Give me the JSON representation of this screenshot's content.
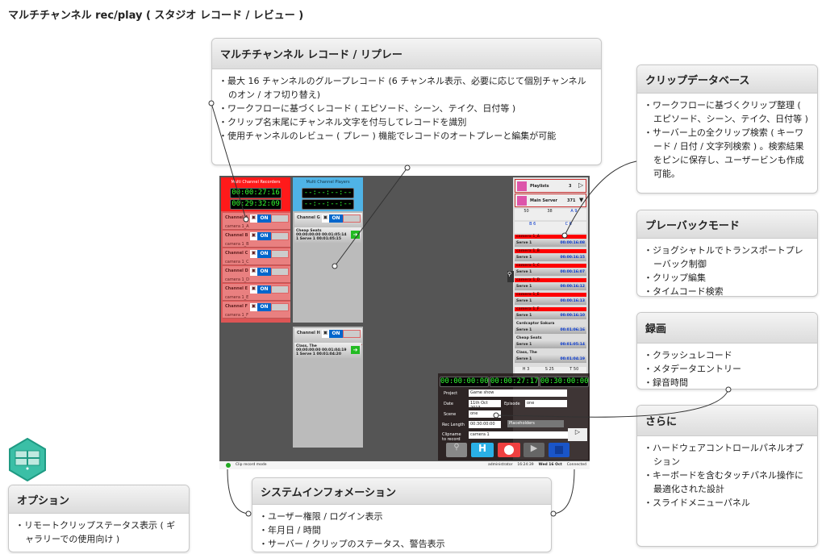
{
  "title": "マルチチャンネル rec/play ( スタジオ レコード / レビュー )",
  "boxes": {
    "record_replay": {
      "title": "マルチチャンネル レコード / リプレー",
      "items": [
        "最大 16 チャンネルのグループレコード (6 チャンネル表示、必要に応じて個別チャンネルのオン / オフ切り替え)",
        "ワークフローに基づくレコード ( エピソード、シーン、テイク、日付等 )",
        "クリップ名末尾にチャンネル文字を付与してレコードを識別",
        "使用チャンネルのレビュー ( プレー ) 機能でレコードのオートプレーと編集が可能"
      ]
    },
    "clip_db": {
      "title": "クリップデータベース",
      "items": [
        "ワークフローに基づくクリップ整理 ( エピソード、シーン、テイク、日付等 )",
        "サーバー上の全クリップ検索 ( キーワード / 日付 / 文字列検索 ) 。検索結果をピンに保存し、ユーザービンも作成可能。"
      ]
    },
    "playback": {
      "title": "プレーバックモード",
      "items": [
        "ジョグシャトルでトランスポートプレーバック制御",
        "クリップ編集",
        "タイムコード検索"
      ]
    },
    "recording": {
      "title": "録画",
      "items": [
        "クラッシュレコード",
        "メタデータエントリー",
        "録音時間"
      ]
    },
    "more": {
      "title": "さらに",
      "items": [
        "ハードウェアコントロールパネルオプション",
        "キーボードを含むタッチパネル操作に最適化された設計",
        "スライドメニューパネル"
      ]
    },
    "sysinfo": {
      "title": "システムインフォメーション",
      "items": [
        "ユーザー権限 / ログイン表示",
        "年月日 / 時間",
        "サーバー / クリップのステータス、警告表示"
      ]
    },
    "options": {
      "title": "オプション",
      "items": [
        "リモートクリップステータス表示 ( ギャラリーでの使用向け )"
      ]
    }
  },
  "app": {
    "recorders": {
      "title": "Multi Channel Recorders",
      "tc1": "00:00:27:16",
      "tc2": "00:29:32:09",
      "channels": [
        {
          "name": "Channel A",
          "sub": "camera 1_A"
        },
        {
          "name": "Channel B",
          "sub": "camera 1_B"
        },
        {
          "name": "Channel C",
          "sub": "camera 1_C"
        },
        {
          "name": "Channel D",
          "sub": "camera 1_D"
        },
        {
          "name": "Channel E",
          "sub": "camera 1_E"
        },
        {
          "name": "Channel F",
          "sub": "camera 1_F"
        }
      ],
      "on": "ON"
    },
    "players": {
      "title": "Multi Channel Players",
      "tc1": "--:--:--:--",
      "tc2": "--:--:--:--",
      "g": {
        "name": "Channel G",
        "clip": "Cheap Seats",
        "in": "00:00:00:00",
        "dur": "00:01:05:14",
        "num": "1",
        "server": "Serve 1",
        "out": "00:01:05:15"
      },
      "h": {
        "name": "Channel H",
        "clip": "Class, The",
        "in": "00:00:00:00",
        "dur": "00:01:04:19",
        "num": "1",
        "server": "Serve 1",
        "out": "00:01:04:20"
      }
    },
    "browser": {
      "playlists": "Playlists",
      "playlists_count": "3",
      "server": "Main Server",
      "server_count": "371",
      "cols": [
        "50",
        "38",
        "A 9"
      ],
      "cols2": [
        "B 6",
        "C 6"
      ],
      "clips": [
        {
          "name": "camera 1_A",
          "server": "Serve 1",
          "tc": "00:00:16:08"
        },
        {
          "name": "camera 1_B",
          "server": "Serve 1",
          "tc": "00:00:16:15"
        },
        {
          "name": "camera 1_C",
          "server": "Serve 1",
          "tc": "00:00:16:07"
        },
        {
          "name": "camera 1_D",
          "server": "Serve 1",
          "tc": "00:00:16:12"
        },
        {
          "name": "camera 1_E",
          "server": "Serve 1",
          "tc": "00:00:16:13"
        },
        {
          "name": "camera 1_F",
          "server": "Serve 1",
          "tc": "00:00:16:10"
        }
      ],
      "other": [
        {
          "name": "Cardcaptor Sakura",
          "server": "Serve 1",
          "tc": "00:01:06:16"
        },
        {
          "name": "Cheap Seats",
          "server": "Serve 1",
          "tc": "00:01:05:14"
        },
        {
          "name": "Class, The",
          "server": "Serve 1",
          "tc": "00:01:04:19"
        }
      ],
      "cols3": [
        "H 3",
        "S 25",
        "T 50"
      ]
    },
    "record_panel": {
      "tc1": "00:00:00:00",
      "tc2": "00:00:27:17",
      "tc3": "00:30:00:00",
      "project_label": "Project",
      "project": "Game show",
      "date_label": "Date",
      "date": "11th Oct 2013",
      "episode_label": "Episode",
      "episode": "one",
      "scene_label": "Scene",
      "scene": "one",
      "length_label": "Rec Length",
      "length": "00:30:00:00",
      "placeholders": "Placeholders",
      "clipname_label": "Clipname to record",
      "clipname": "camera 1"
    },
    "status": {
      "left": "Clip record mode",
      "user": "administrator",
      "time": "16:24:39",
      "date": "Wed 16 Oct",
      "right": "Connected"
    }
  },
  "colors": {
    "recorder_red": "#ff1a1a",
    "player_blue": "#4fb3e6",
    "on_blue": "#0066cc",
    "record_btn": "#f04040",
    "icon_teal": "#3bbfa6"
  }
}
